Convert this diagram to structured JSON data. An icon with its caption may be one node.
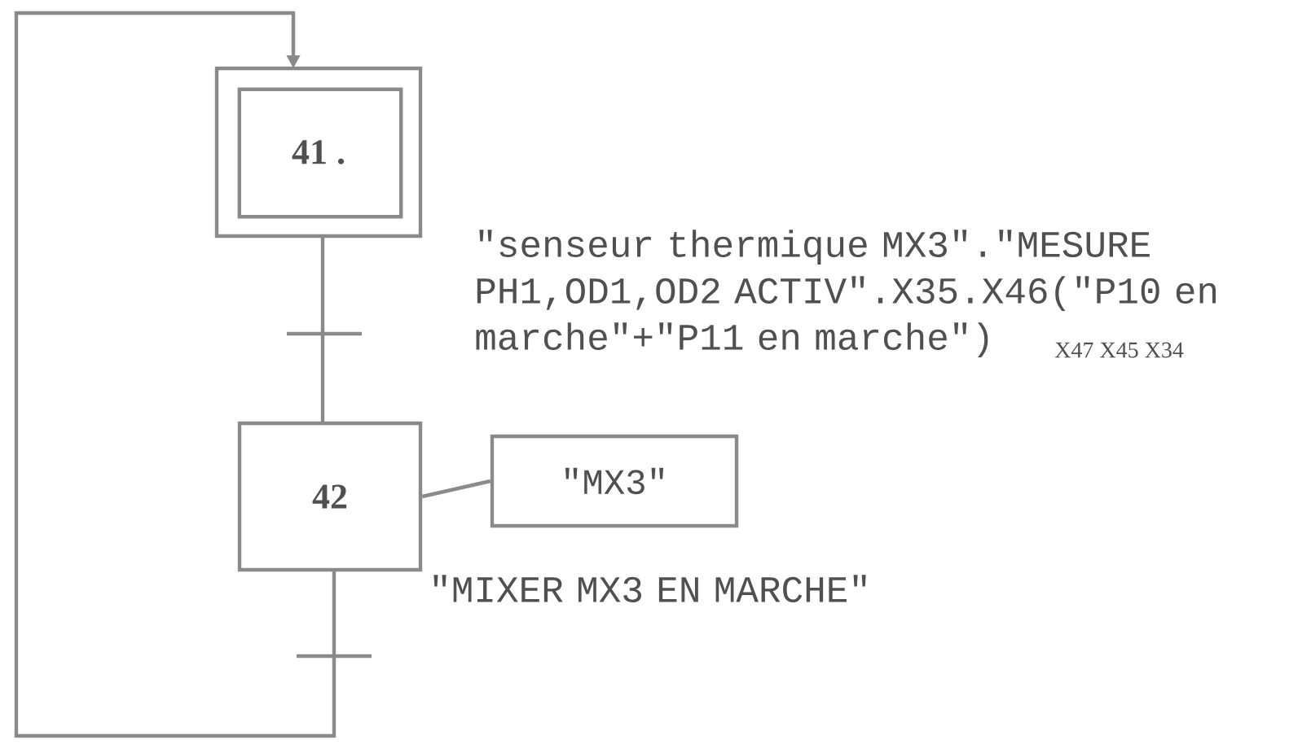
{
  "diagram": {
    "nodes": [
      {
        "text": [
          "41 ."
        ]
      },
      {
        "text": [
          "42"
        ]
      },
      {
        "text": [
          "\"MX3\""
        ]
      }
    ],
    "edges": [
      {
        "from": 0,
        "to": 1,
        "arrow": "none",
        "label": "\"senseur thermique MX3\".\"MESURE PH1,OD1,OD2 ACTIV\".X35.X46(\"P10 en marche\"+\"P11 en marche\")"
      },
      {
        "from": 1,
        "to": 2,
        "arrow": "none"
      },
      {
        "from": 1,
        "to": 0,
        "arrow": "to",
        "label": "\"MIXER MX3 EN MARCHE\""
      }
    ],
    "labels": [
      "X47 X45 X34"
    ]
  }
}
